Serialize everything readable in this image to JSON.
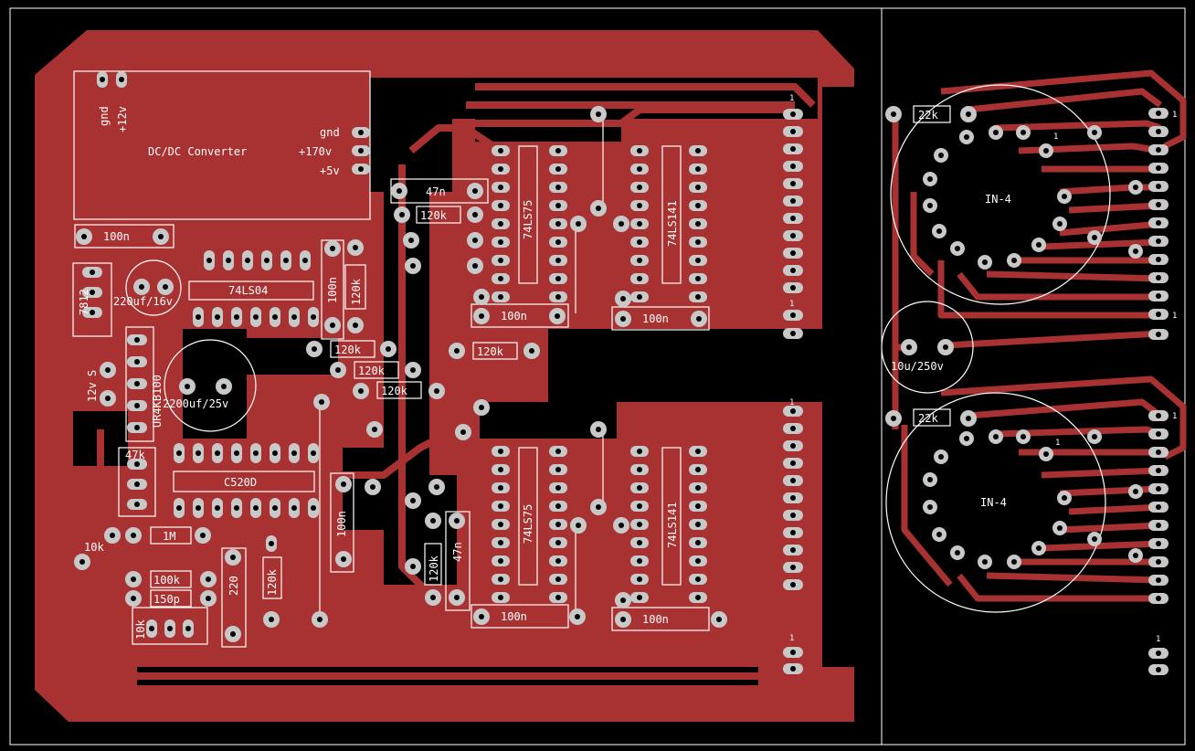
{
  "colors": {
    "background": "#000000",
    "copper": "#a83232",
    "silkscreen": "#ffffff",
    "pad": "#c8c8c8"
  },
  "labels": {
    "gnd_left": "gnd",
    "v12_left": "+12v",
    "gnd_right": "gnd",
    "dcdc_converter": "DC/DC Converter",
    "v170": "+170v",
    "v5": "+5v",
    "c100n_top": "100n",
    "ic_7812": "7812",
    "c220uf": "220uf/16v",
    "ur": "UR4KB100",
    "s12v_s": "S",
    "s12v_12v": "12v",
    "c2200uf": "2200uf/25v",
    "ic_74ls04": "74LS04",
    "c100n_mid": "100n",
    "r120k_v": "120k",
    "c47n": "47n",
    "r120k_a": "120k",
    "ic_74ls75_top": "74LS75",
    "ic_74ls141_top": "74LS141",
    "c100n_a": "100n",
    "c100n_b": "100n",
    "r120k_b": "120k",
    "r120k_c": "120k",
    "r120k_d": "120k",
    "r120k_e": "120k",
    "r47k": "47k",
    "ic_c520d": "C520D",
    "c100n_c": "100n",
    "r1m": "1M",
    "r10k_a": "10k",
    "r100k": "100k",
    "c150p": "150p",
    "r10k_b": "10k",
    "c220": "220",
    "r120k_f": "120k",
    "r120k_g": "120k",
    "c47n_b": "47n",
    "ic_74ls75_bot": "74LS75",
    "ic_74ls141_bot": "74LS141",
    "c100n_d": "100n",
    "c100n_e": "100n",
    "pin1": "1",
    "r22k_top": "22k",
    "tube_top": "IN-4",
    "c10u": "10u/250v",
    "r22k_bot": "22k",
    "tube_bot": "IN-4"
  }
}
